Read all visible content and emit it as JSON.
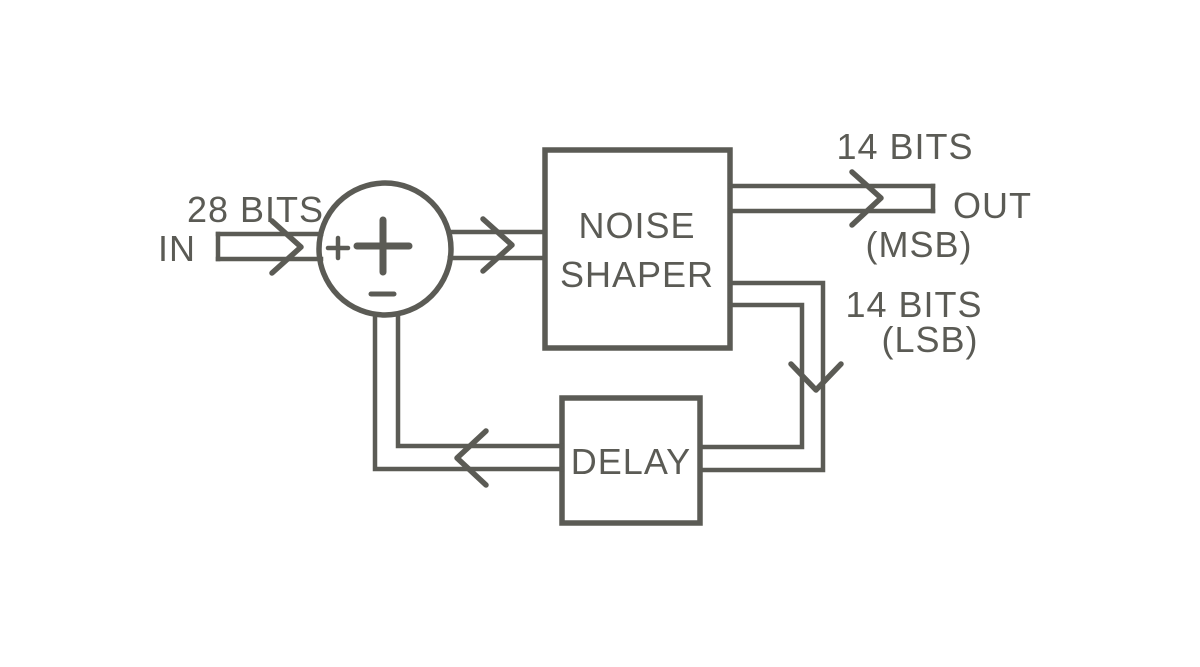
{
  "diagram": {
    "type": "block-diagram",
    "background": "#ffffff",
    "ink_color": "#5b5b55",
    "input": {
      "bus_label": "28 BITS",
      "port_label": "IN"
    },
    "summing_junction": {
      "positive_port": "+",
      "symbol": "+",
      "negative_port": "−"
    },
    "noise_shaper": {
      "label_line1": "NOISE",
      "label_line2": "SHAPER"
    },
    "msb_output": {
      "bus_label": "14 BITS",
      "port_label": "OUT",
      "sublabel": "(MSB)"
    },
    "lsb_output": {
      "bus_label": "14 BITS",
      "sublabel": "(LSB)"
    },
    "delay": {
      "label": "DELAY"
    }
  }
}
